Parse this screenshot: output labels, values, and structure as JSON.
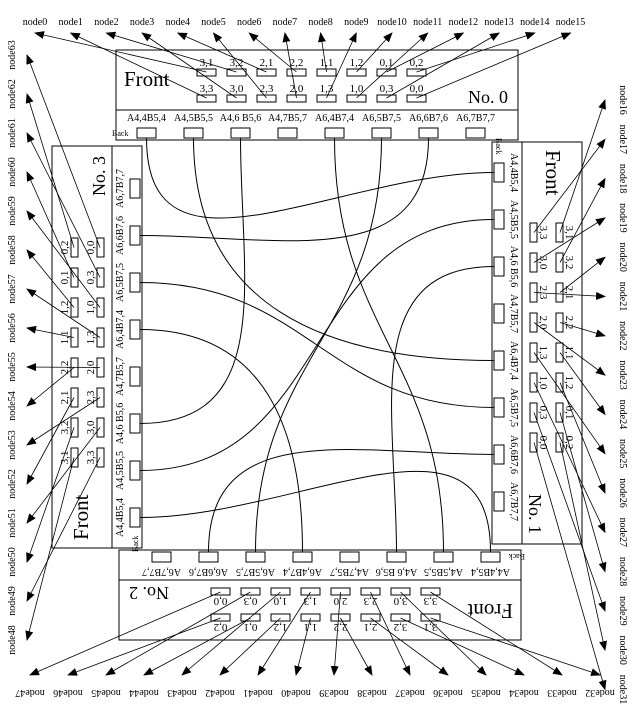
{
  "slot_labels_top": [
    "3,1",
    "3,2",
    "2,1",
    "2,2",
    "1,1",
    "1,2",
    "0,1",
    "0,2"
  ],
  "slot_labels_bottom": [
    "3,3",
    "3,0",
    "2,3",
    "2,0",
    "1,3",
    "1,0",
    "0,3",
    "0,0"
  ],
  "back_ports": [
    "A4,4B5,4",
    "A4,5B5,5",
    "A4,6 B5,6",
    "A4,7B5,7",
    "A6,4B7,4",
    "A6,5B7,5",
    "A6,6B7,6",
    "A6,7B7,7"
  ],
  "boards": [
    {
      "id": "No. 0",
      "front_label": "Front",
      "back_label": "Back",
      "nodes": [
        "node0",
        "node1",
        "node2",
        "node3",
        "node4",
        "node5",
        "node6",
        "node7",
        "node8",
        "node9",
        "node10",
        "node11",
        "node12",
        "node13",
        "node14",
        "node15"
      ]
    },
    {
      "id": "No. 1",
      "front_label": "Front",
      "back_label": "Back",
      "nodes": [
        "node16",
        "node17",
        "node18",
        "node19",
        "node20",
        "node21",
        "node22",
        "node23",
        "node24",
        "node25",
        "node26",
        "node27",
        "node28",
        "node29",
        "node30",
        "node31"
      ]
    },
    {
      "id": "No. 2",
      "front_label": "Front",
      "back_label": "Back",
      "nodes": [
        "node32",
        "node33",
        "node34",
        "node35",
        "node36",
        "node37",
        "node38",
        "node39",
        "node40",
        "node41",
        "node42",
        "node43",
        "node44",
        "node45",
        "node46",
        "node47"
      ]
    },
    {
      "id": "No. 3",
      "front_label": "Front",
      "back_label": "Back",
      "nodes": [
        "node48",
        "node49",
        "node50",
        "node51",
        "node52",
        "node53",
        "node54",
        "node55",
        "node56",
        "node57",
        "node58",
        "node59",
        "node60",
        "node61",
        "node62",
        "node63"
      ]
    }
  ],
  "wires": [
    [
      [
        0,
        0
      ],
      [
        1,
        0
      ]
    ],
    [
      [
        0,
        1
      ],
      [
        1,
        4
      ]
    ],
    [
      [
        0,
        2
      ],
      [
        3,
        2
      ]
    ],
    [
      [
        0,
        4
      ],
      [
        2,
        1
      ]
    ],
    [
      [
        0,
        5
      ],
      [
        2,
        5
      ]
    ],
    [
      [
        0,
        6
      ],
      [
        3,
        6
      ]
    ],
    [
      [
        1,
        1
      ],
      [
        3,
        1
      ]
    ],
    [
      [
        1,
        2
      ],
      [
        2,
        2
      ]
    ],
    [
      [
        1,
        5
      ],
      [
        3,
        5
      ]
    ],
    [
      [
        1,
        6
      ],
      [
        2,
        6
      ]
    ],
    [
      [
        3,
        4
      ],
      [
        2,
        4
      ]
    ],
    [
      [
        3,
        0
      ],
      [
        2,
        0
      ]
    ]
  ]
}
